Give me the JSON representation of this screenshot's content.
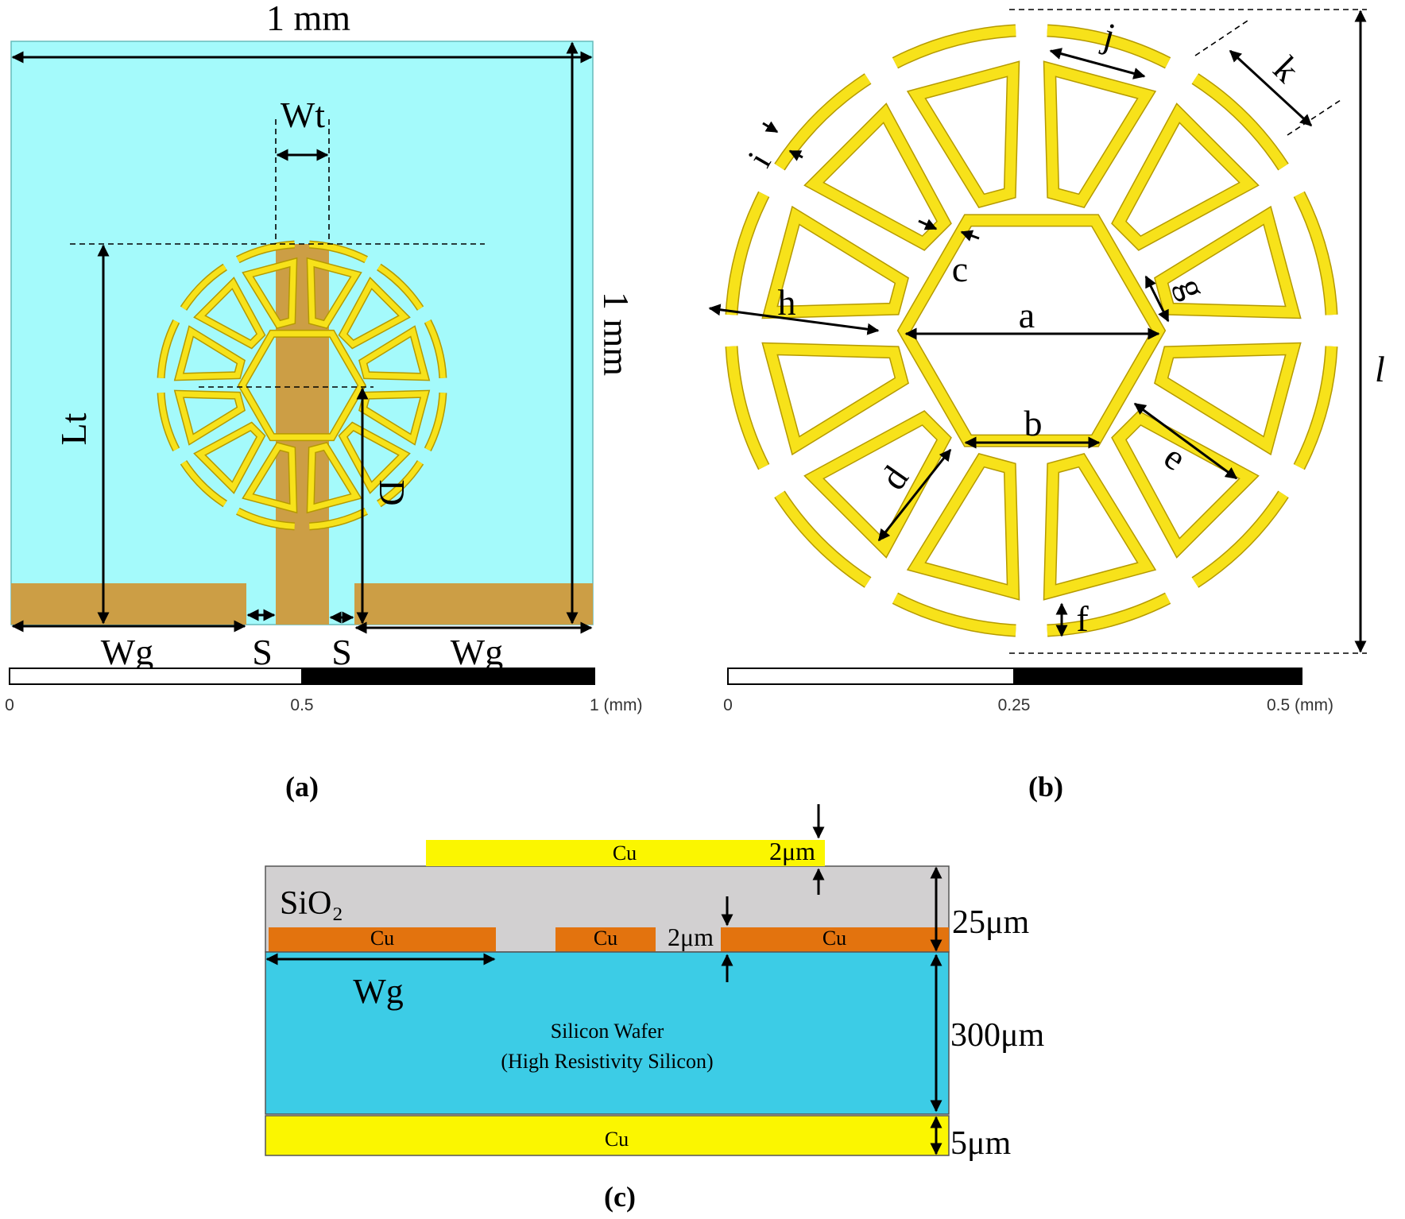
{
  "panel_a": {
    "caption": "(a)",
    "width_label": "1 mm",
    "height_label": "1 mm",
    "labels": {
      "wt": "Wt",
      "lt": "Lt",
      "d": "D",
      "wg_left": "Wg",
      "s_left": "S",
      "s_right": "S",
      "wg_right": "Wg"
    },
    "scale_ticks": [
      "0",
      "0.5",
      "1 (mm)"
    ],
    "colors": {
      "substrate": "#a4fafb",
      "metal": "#cc9e45",
      "resonator": "#f7e21a"
    }
  },
  "panel_b": {
    "caption": "(b)",
    "labels": {
      "a": "a",
      "b": "b",
      "c": "c",
      "d": "d",
      "e": "e",
      "f": "f",
      "g": "g",
      "h": "h",
      "i": "i",
      "j": "j",
      "k": "k",
      "l": "l"
    },
    "scale_ticks": [
      "0",
      "0.25",
      "0.5 (mm)"
    ]
  },
  "panel_c": {
    "caption": "(c)",
    "top_layer": "Cu",
    "top_thickness": "2μm",
    "oxide": "SiO₂",
    "mid_layers": [
      "Cu",
      "Cu",
      "Cu"
    ],
    "mid_thickness": "2μm",
    "oxide_thickness": "25μm",
    "wg": "Wg",
    "wafer_line1": "Silicon Wafer",
    "wafer_line2": "(High Resistivity Silicon)",
    "wafer_thickness": "300μm",
    "bottom_layer": "Cu",
    "bottom_thickness": "5μm",
    "colors": {
      "oxide": "#d2d0d1",
      "copper_mid": "#e3730e",
      "wafer": "#3ccce6",
      "copper": "#fbf600"
    }
  }
}
